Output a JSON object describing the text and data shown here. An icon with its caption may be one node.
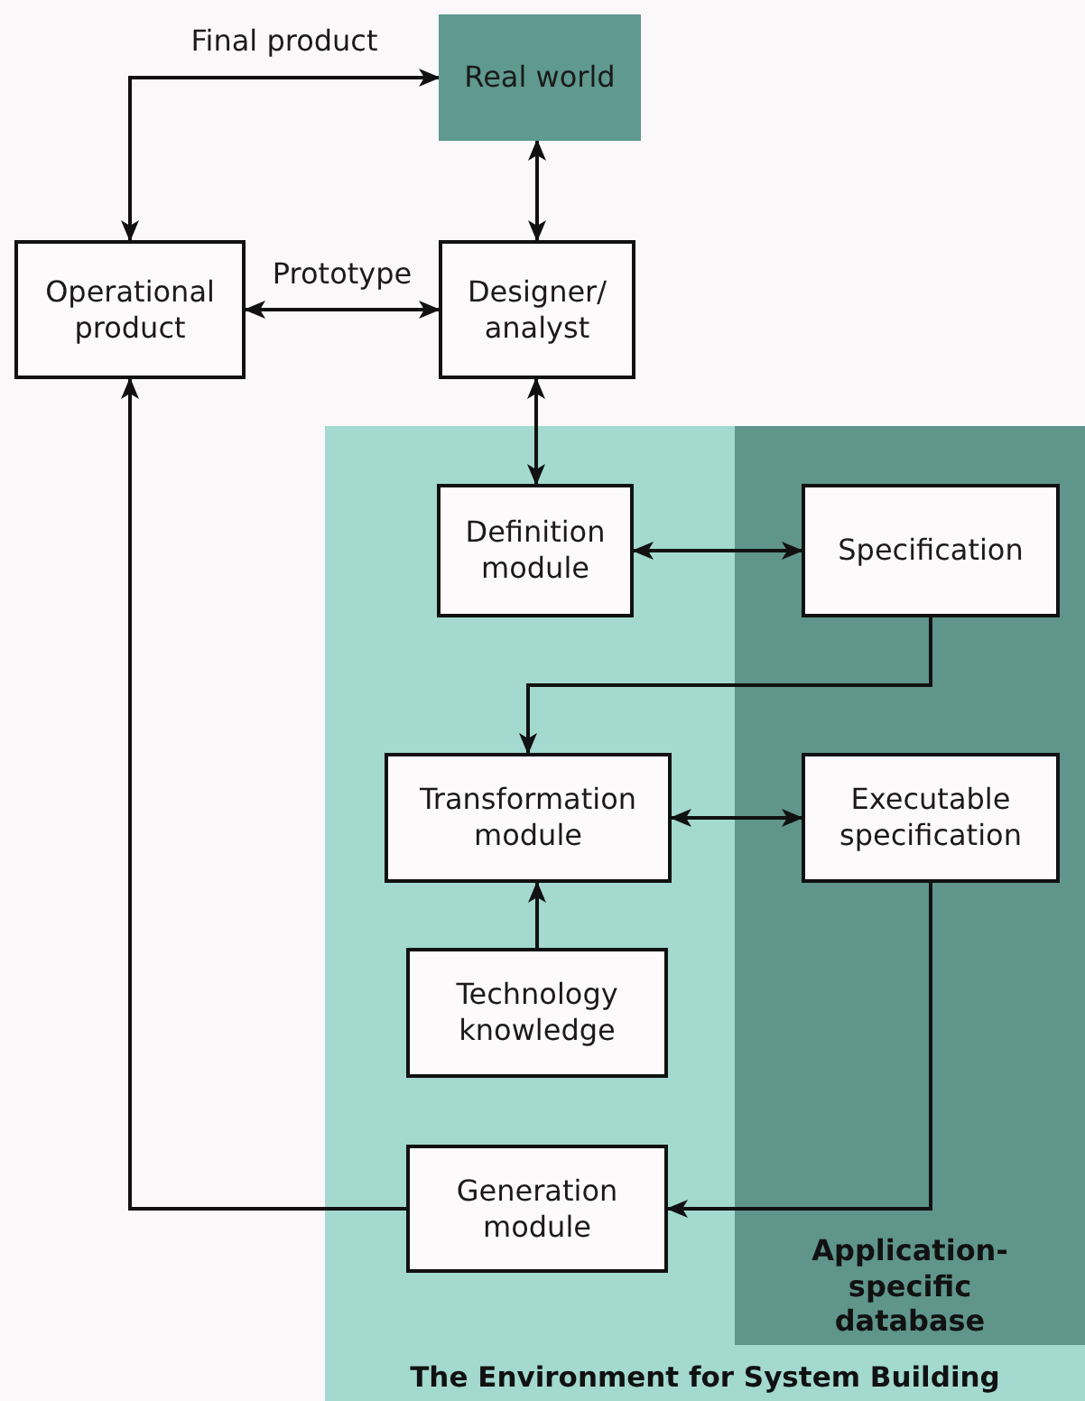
{
  "diagram": {
    "nodes": [
      {
        "text": [
          "Real world"
        ]
      },
      {
        "text": [
          "Operational product"
        ]
      },
      {
        "text": [
          "Designer/ analyst"
        ]
      },
      {
        "text": [
          "The Environment for System Building"
        ]
      },
      {
        "text": [
          "Application-specific database"
        ],
        "in": 3
      },
      {
        "text": [
          "Definition module"
        ],
        "in": 3
      },
      {
        "text": [
          "Specification"
        ],
        "in": 4
      },
      {
        "text": [
          "Transformation module"
        ],
        "in": 3
      },
      {
        "text": [
          "Executable specification"
        ],
        "in": 4
      },
      {
        "text": [
          "Technology knowledge"
        ],
        "in": 3
      },
      {
        "text": [
          "Generation module"
        ],
        "in": 3
      }
    ],
    "edges": [
      {
        "from": 1,
        "to": 0,
        "arrow": "both",
        "label": "Final product"
      },
      {
        "from": 0,
        "to": 2,
        "arrow": "both"
      },
      {
        "from": 1,
        "to": 2,
        "arrow": "both",
        "label": "Prototype"
      },
      {
        "from": 2,
        "to": 5,
        "arrow": "both"
      },
      {
        "from": 5,
        "to": 6,
        "arrow": "both"
      },
      {
        "from": 6,
        "to": 7,
        "arrow": "to"
      },
      {
        "from": 7,
        "to": 8,
        "arrow": "both"
      },
      {
        "from": 9,
        "to": 7,
        "arrow": "to"
      },
      {
        "from": 8,
        "to": 10,
        "arrow": "to"
      },
      {
        "from": 10,
        "to": 1,
        "arrow": "to"
      }
    ]
  }
}
